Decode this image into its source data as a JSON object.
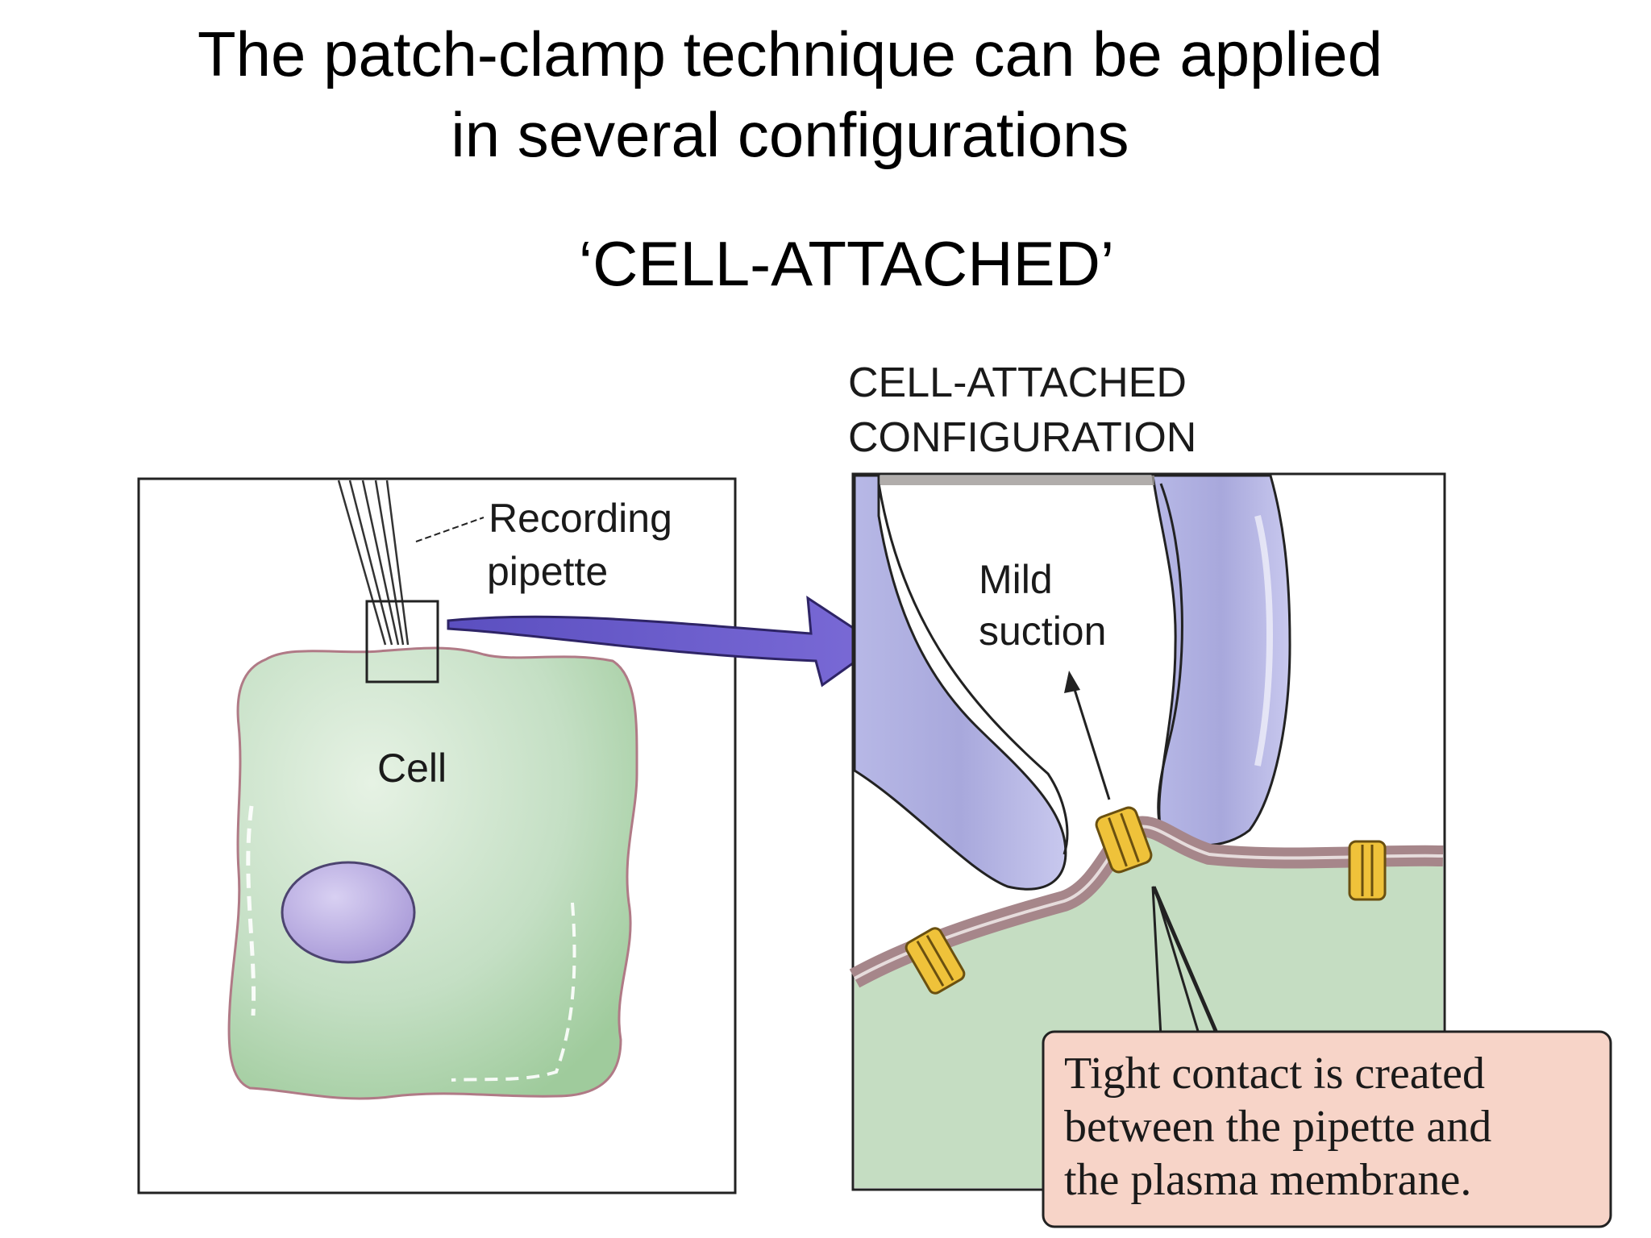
{
  "slide": {
    "title_line1": "The patch-clamp technique can be applied",
    "title_line2": "in several configurations",
    "subtitle": "‘CELL-ATTACHED’"
  },
  "left_panel": {
    "pipette_label_line1": "Recording",
    "pipette_label_line2": "pipette",
    "cell_label": "Cell"
  },
  "right_panel": {
    "heading_line1": "CELL-ATTACHED",
    "heading_line2": "CONFIGURATION",
    "suction_label_line1": "Mild",
    "suction_label_line2": "suction",
    "callout_line1": "Tight contact is created",
    "callout_line2": "between the pipette and",
    "callout_line3": "the plasma membrane."
  },
  "colors": {
    "cell_fill": "#c5dfc5",
    "nucleus_fill": "#b9aee0",
    "pipette_fill": "#bcbde6",
    "arrow_fill": "#6a5bc8",
    "membrane": "#a08488",
    "channel": "#efc23a",
    "callout_fill": "#f7d4c8"
  }
}
